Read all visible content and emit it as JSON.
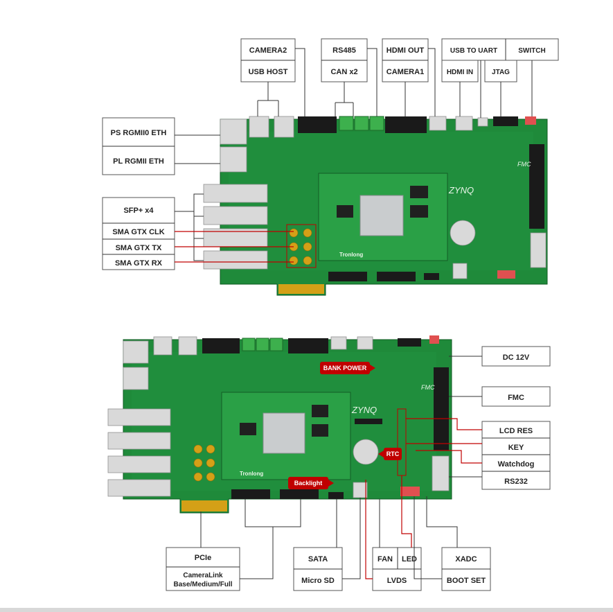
{
  "top_board": {
    "logo": "ZYNQ",
    "brand": "Tronlong",
    "fmc_silk": "FMC",
    "labels": {
      "camera2": "CAMERA2",
      "usb_host": "USB HOST",
      "rs485": "RS485",
      "can": "CAN x2",
      "hdmi_out": "HDMI OUT",
      "camera1": "CAMERA1",
      "usb_to_uart": "USB TO UART",
      "switch": "SWITCH",
      "hdmi_in": "HDMI IN",
      "jtag": "JTAG",
      "ps_eth": "PS RGMII0 ETH",
      "pl_eth": "PL RGMII ETH",
      "sfp": "SFP+ x4",
      "sma_clk": "SMA GTX CLK",
      "sma_tx": "SMA GTX TX",
      "sma_rx": "SMA GTX RX"
    }
  },
  "bottom_board": {
    "logo": "ZYNQ",
    "brand": "Tronlong",
    "fmc_silk": "FMC",
    "callouts": {
      "bank_power": "BANK POWER",
      "rtc": "RTC",
      "backlight": "Backlight"
    },
    "labels": {
      "dc12v": "DC 12V",
      "fmc": "FMC",
      "lcd_res": "LCD RES",
      "key": "KEY",
      "watchdog": "Watchdog",
      "rs232": "RS232",
      "pcie": "PCIe",
      "cameralink_1": "CameraLink",
      "cameralink_2": "Base/Medium/Full",
      "sata": "SATA",
      "micro_sd": "Micro SD",
      "fan": "FAN",
      "led": "LED",
      "lvds": "LVDS",
      "xadc": "XADC",
      "boot_set": "BOOT SET"
    }
  },
  "colors": {
    "pcb_green": "#1f8a3a",
    "callout_red": "#c00000",
    "label_border": "#555555"
  }
}
